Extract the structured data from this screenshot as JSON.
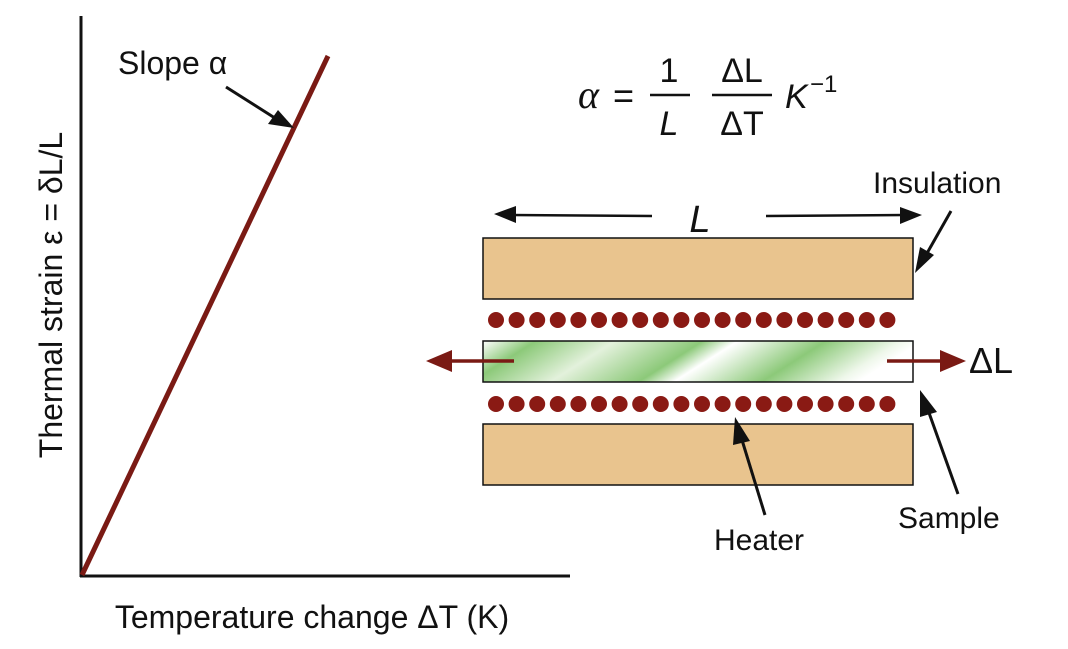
{
  "graph": {
    "x_axis_label": "Temperature change ΔT (K)",
    "y_axis_label": "Thermal strain ε = δL/L",
    "slope_label": "Slope α"
  },
  "equation": {
    "lhs": "α",
    "equals": "=",
    "numerator_1": "1",
    "denominator_1": "L",
    "numerator_2": "ΔL",
    "denominator_2": "ΔT",
    "unit": "K",
    "unit_exponent": "−1"
  },
  "apparatus": {
    "length_label": "L",
    "insulation_label": "Insulation",
    "delta_l_label": "ΔL",
    "heater_label": "Heater",
    "sample_label": "Sample",
    "heater_dots_per_row": 20
  },
  "colors": {
    "strain_line": "#7a1a14",
    "insulation_fill": "#e9c48e",
    "heater_dot": "#8a1a14",
    "expansion_arrow": "#7a1a14",
    "sample_green": "#7dc06a",
    "ink": "#111111"
  }
}
